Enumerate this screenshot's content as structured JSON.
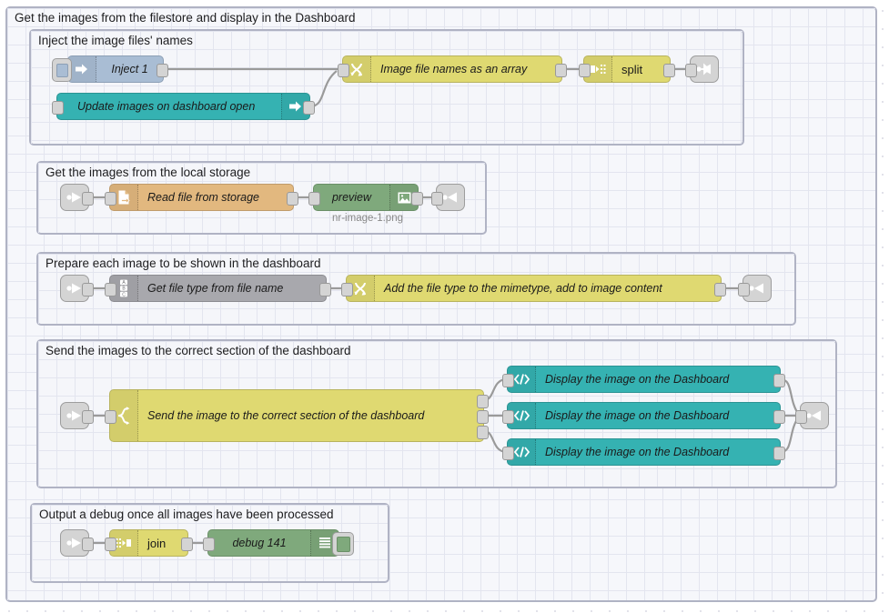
{
  "app": {
    "name": "node-red-flow-editor"
  },
  "groups": [
    {
      "id": "outer",
      "label": "Get the images from the filestore and display in the Dashboard"
    },
    {
      "id": "inject",
      "label": "Inject the image files' names"
    },
    {
      "id": "storage",
      "label": "Get the images from the local storage"
    },
    {
      "id": "prepare",
      "label": "Prepare each image to be shown in the dashboard"
    },
    {
      "id": "send",
      "label": "Send the images to the correct section of the dashboard"
    },
    {
      "id": "debug",
      "label": "Output a debug once all images have been processed"
    }
  ],
  "nodes": {
    "inject_node": {
      "label": "Inject 1",
      "icon": "inject-arrow-icon",
      "type": "inject"
    },
    "update_images": {
      "label": "Update images on dashboard open",
      "icon": "ui-event-arrow-icon",
      "type": "ui-event"
    },
    "image_names": {
      "label": "Image file names as an array",
      "icon": "function-icon",
      "type": "function"
    },
    "split": {
      "label": "split",
      "icon": "split-icon",
      "type": "split"
    },
    "link_out_1": {
      "label": "",
      "icon": "link-out-icon",
      "type": "link out"
    },
    "link_in_1": {
      "label": "",
      "icon": "link-in-icon",
      "type": "link in"
    },
    "read_file": {
      "label": "Read file from storage",
      "icon": "file-in-icon",
      "type": "file in"
    },
    "preview": {
      "label": "preview",
      "icon": "image-preview-icon",
      "type": "image",
      "sublabel": "nr-image-1.png"
    },
    "link_out_2": {
      "label": "",
      "icon": "link-out-icon",
      "type": "link out"
    },
    "link_in_2": {
      "label": "",
      "icon": "link-in-icon",
      "type": "link in"
    },
    "get_file_type": {
      "label": "Get file type from file name",
      "icon": "switch-abc-icon",
      "type": "switch"
    },
    "add_mimetype": {
      "label": "Add the file type to the mimetype, add to image content",
      "icon": "function-icon",
      "type": "function"
    },
    "link_out_3": {
      "label": "",
      "icon": "link-out-icon",
      "type": "link out"
    },
    "link_in_3": {
      "label": "",
      "icon": "link-in-icon",
      "type": "link in"
    },
    "send_image": {
      "label": "Send the image to the correct section of the dashboard",
      "icon": "switch-branch-icon",
      "type": "switch"
    },
    "display_1": {
      "label": "Display the image on the Dashboard",
      "icon": "template-code-icon",
      "type": "ui-template"
    },
    "display_2": {
      "label": "Display the image on the Dashboard",
      "icon": "template-code-icon",
      "type": "ui-template"
    },
    "display_3": {
      "label": "Display the image on the Dashboard",
      "icon": "template-code-icon",
      "type": "ui-template"
    },
    "link_out_4": {
      "label": "",
      "icon": "link-out-icon",
      "type": "link out"
    },
    "link_in_4": {
      "label": "",
      "icon": "link-in-icon",
      "type": "link in"
    },
    "join": {
      "label": "join",
      "icon": "join-icon",
      "type": "join"
    },
    "debug_141": {
      "label": "debug 141",
      "icon": "debug-lines-icon",
      "type": "debug"
    }
  },
  "colors": {
    "yellow": "#dfd971",
    "teal": "#35b2b2",
    "green": "#7fa97c",
    "orange": "#e2b87f",
    "grey": "#a8a8ad",
    "blue": "#a9bdd4",
    "link_grey": "#d4d4d4",
    "group_border": "#b0b3c4",
    "group_fill": "#f5f6fa",
    "wire": "#9a9a9a",
    "canvas": "#ffffff"
  }
}
